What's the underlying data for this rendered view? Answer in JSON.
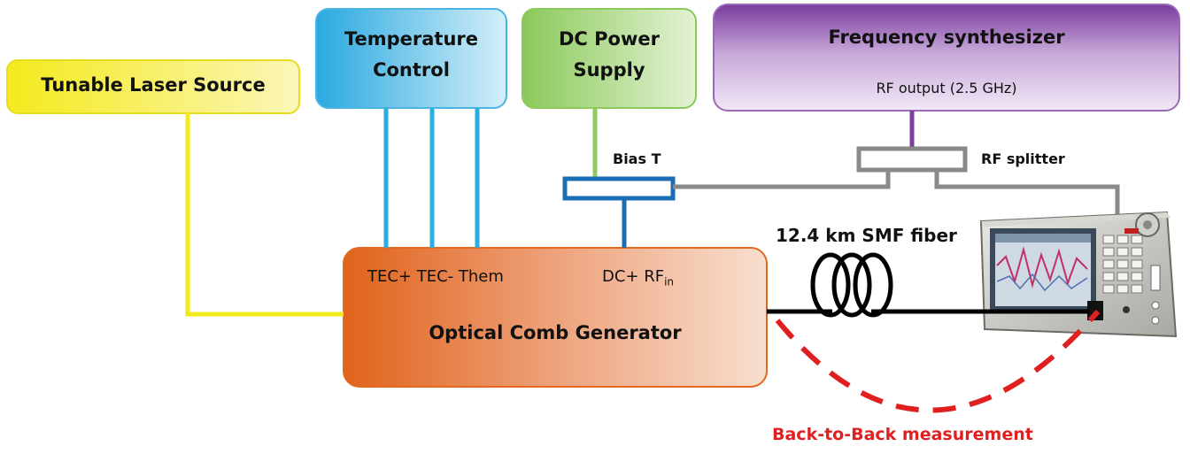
{
  "blocks": {
    "laser": {
      "title": "Tunable Laser Source"
    },
    "temperature": {
      "title_line1": "Temperature",
      "title_line2": "Control"
    },
    "dc_power": {
      "title_line1": "DC Power",
      "title_line2": "Supply"
    },
    "synthesizer": {
      "title": "Frequency synthesizer",
      "output": "RF output (2.5 GHz)"
    },
    "comb": {
      "title": "Optical Comb Generator",
      "ports_left": "TEC+ TEC- Them",
      "ports_right_dc": "DC+ RF",
      "ports_right_sub": "in"
    }
  },
  "labels": {
    "bias_t": "Bias T",
    "rf_splitter": "RF splitter",
    "fiber": "12.4 km SMF fiber",
    "back_to_back": "Back-to-Back measurement"
  },
  "colors": {
    "laser": "#f2e81e",
    "temperature": "#29aee3",
    "dc_power": "#8dcb5c",
    "synthesizer": "#7b3fa0",
    "comb": "#e2691f",
    "bias_t": "#1a6db5",
    "splitter": "#8a8a8a",
    "fiber": "#000000",
    "back_to_back": "#e02020"
  },
  "icons": {
    "fiber_coil": "fiber-coil-icon",
    "analyzer": "signal-analyzer-icon"
  }
}
